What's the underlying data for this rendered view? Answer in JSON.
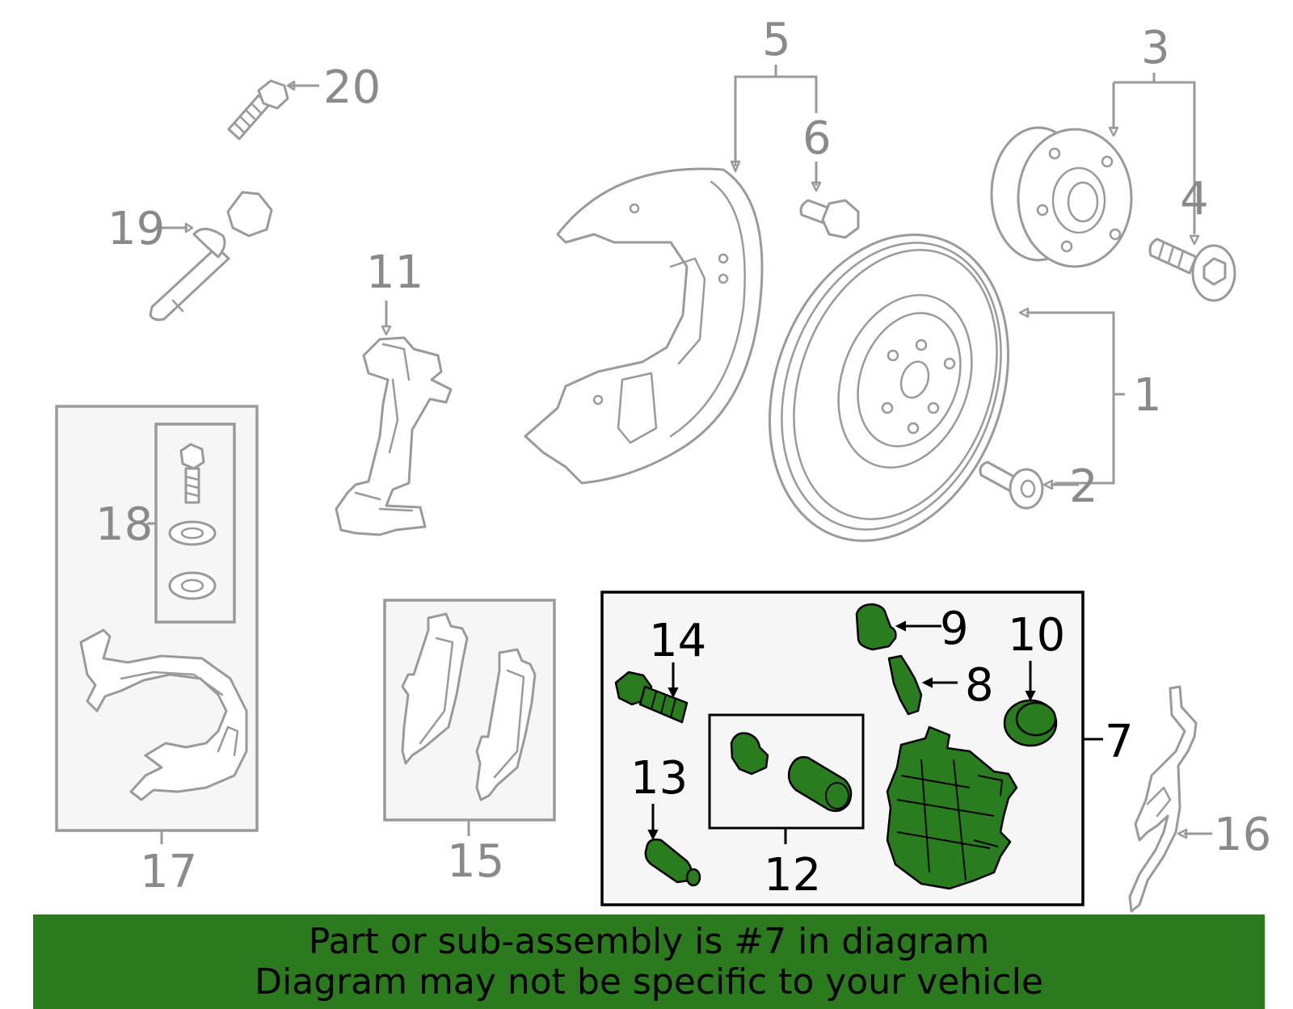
{
  "callouts": {
    "c1": "1",
    "c2": "2",
    "c3": "3",
    "c4": "4",
    "c5": "5",
    "c6": "6",
    "c7": "7",
    "c8": "8",
    "c9": "9",
    "c10": "10",
    "c11": "11",
    "c12": "12",
    "c13": "13",
    "c14": "14",
    "c15": "15",
    "c16": "16",
    "c17": "17",
    "c18": "18",
    "c19": "19",
    "c20": "20"
  },
  "highlighted_part": "7",
  "colors": {
    "highlight": "#2a7d1e",
    "banner": "#2b7a1e",
    "parts": "#9a9a9a"
  },
  "banner": {
    "line1": "Part or sub-assembly is #7 in diagram",
    "line2": "Diagram may not be specific to your vehicle"
  }
}
